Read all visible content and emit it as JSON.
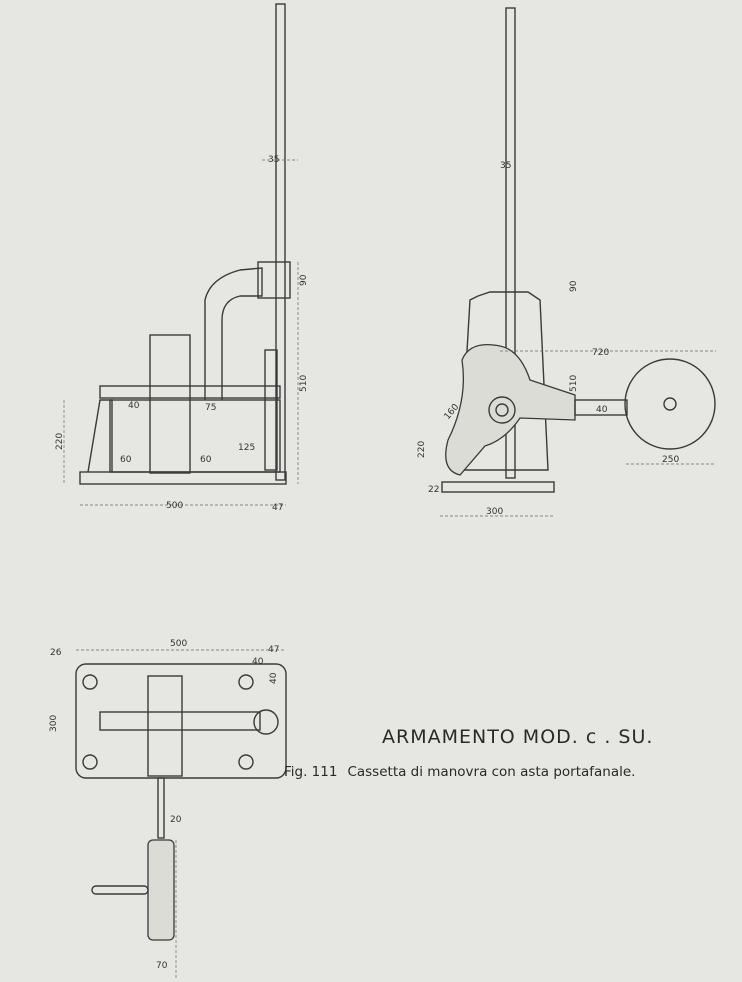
{
  "title": "ARMAMENTO MOD. c . SU.",
  "caption": {
    "fig": "Fig. 111",
    "text": "Cassetta di manovra con asta portafanale."
  },
  "side_view": {
    "dims": [
      "35",
      "90",
      "510",
      "40",
      "75",
      "220",
      "60",
      "60",
      "125",
      "500",
      "47"
    ]
  },
  "front_view": {
    "dims": [
      "35",
      "90",
      "720",
      "510",
      "40",
      "160",
      "220",
      "22",
      "300",
      "250"
    ]
  },
  "plan_view": {
    "dims": [
      "26",
      "500",
      "47",
      "40",
      "40",
      "300",
      "20",
      "70"
    ]
  }
}
